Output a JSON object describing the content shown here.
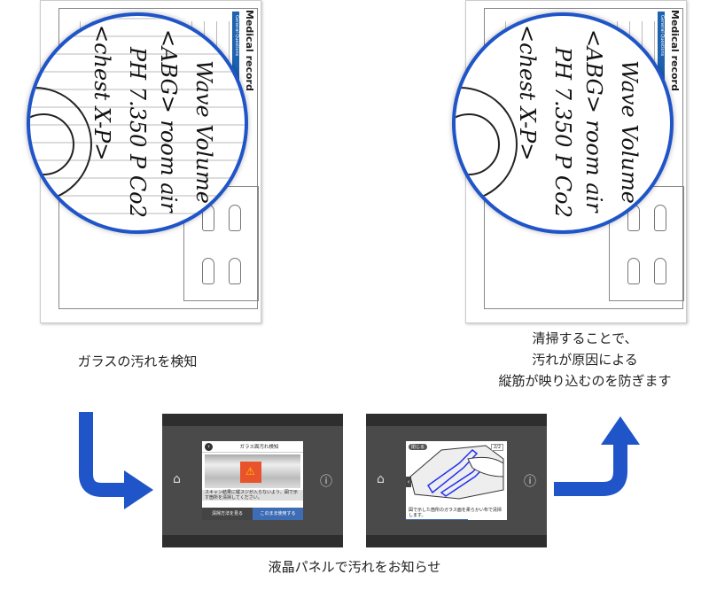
{
  "document": {
    "title": "Medical record",
    "section": "General Questions"
  },
  "handwriting": {
    "line1": "Wave Volume",
    "line2": "<ABG> room air",
    "line3": "PH 7.350 P Co2",
    "line4": "<chest X-P>"
  },
  "captions": {
    "left": "ガラスの汚れを検知",
    "right_lines": [
      "清掃することで、",
      "汚れが原因による",
      "縦筋が映り込むのを防ぎます"
    ],
    "bottom": "液晶パネルで汚れをお知らせ"
  },
  "screen1": {
    "title": "ガラス面汚れ検知",
    "message": "スキャン結果に縦スジが入らないよう、図で示す箇所を清掃してください。",
    "btn_howto": "清掃方法を見る",
    "btn_continue": "このまま使用する"
  },
  "screen2": {
    "close": "閉じる",
    "page": "2/2",
    "message": "図で示した箇所のガラス面を柔らかい布で清掃します。"
  },
  "colors": {
    "accent": "#1f55c8",
    "lcd_button": "#3e6db5"
  }
}
